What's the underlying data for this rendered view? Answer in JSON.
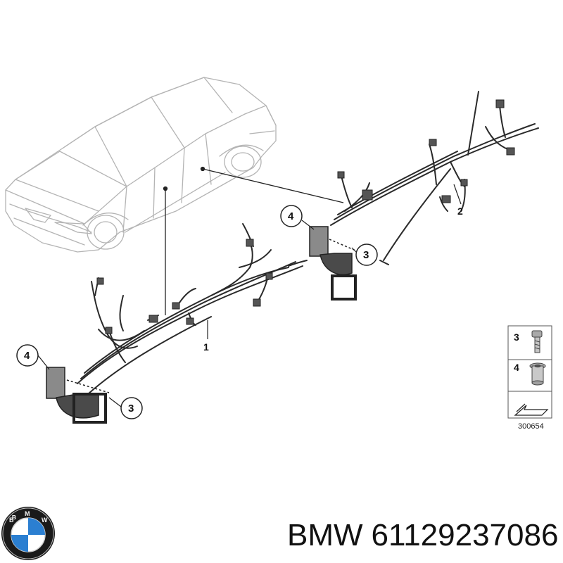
{
  "callouts": {
    "harness_left": "1",
    "harness_right": "2",
    "bolt_left": "3",
    "bolt_right": "3",
    "nut_left": "4",
    "nut_right": "4"
  },
  "legend": {
    "items": [
      {
        "number": "3",
        "icon": "bolt-icon"
      },
      {
        "number": "4",
        "icon": "rivet-nut-icon"
      }
    ],
    "arrow_icon": "direction-arrow-icon",
    "reference": "300654"
  },
  "caption": {
    "brand": "BMW",
    "part_number": "61129237086"
  },
  "logo": {
    "icon": "bmw-roundel-icon",
    "text": "BMW",
    "colors": {
      "ring": "#1a1a1a",
      "blue": "#2b7fd1",
      "white": "#ffffff"
    }
  }
}
